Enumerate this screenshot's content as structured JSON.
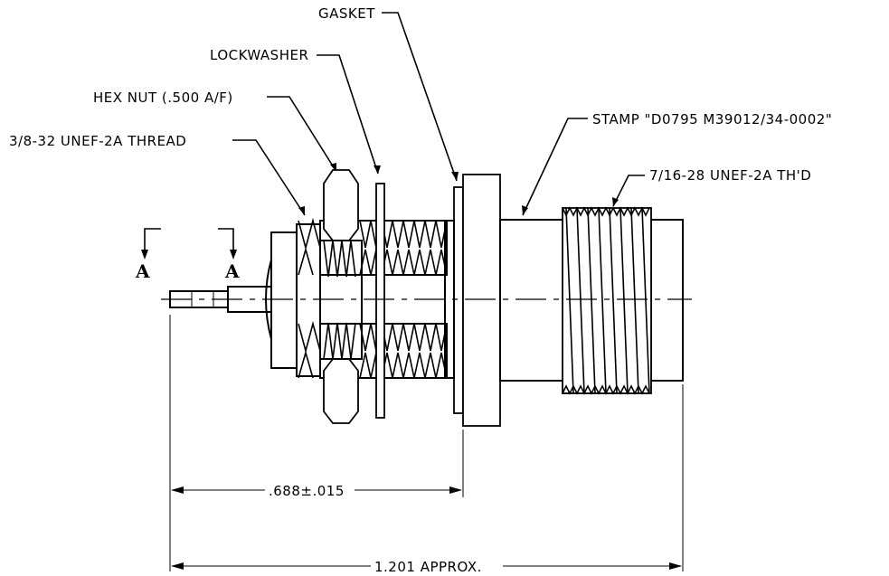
{
  "labels": {
    "gasket": "GASKET",
    "lockwasher": "LOCKWASHER",
    "hex_nut": "HEX NUT (.500 A/F)",
    "thread_small": "3/8-32 UNEF-2A THREAD",
    "stamp": "STAMP \"D0795 M39012/34-0002\"",
    "thread_large": "7/16-28 UNEF-2A TH'D"
  },
  "section": {
    "left_letter": "A",
    "right_letter": "A"
  },
  "dimensions": {
    "short": ".688±.015",
    "long": "1.201 APPROX."
  }
}
